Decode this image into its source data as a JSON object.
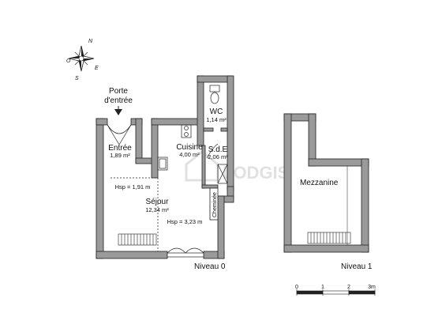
{
  "compass": {
    "n": "N",
    "e": "E",
    "s": "S",
    "o": "O",
    "icon": "compass-rose-icon"
  },
  "entrance": {
    "line1": "Porte",
    "line2": "d'entrée"
  },
  "rooms": {
    "entree": {
      "name": "Entrée",
      "area": "1,89 m²"
    },
    "wc": {
      "name": "WC",
      "area": "1,14 m²"
    },
    "cuisine": {
      "name": "Cuisine",
      "area": "4,00 m²"
    },
    "sde": {
      "name": "S.d.E",
      "area": "2,06 m²"
    },
    "sejour": {
      "name": "Séjour",
      "area": "12,34 m²"
    },
    "mezzanine": {
      "name": "Mezzanine"
    }
  },
  "heights": {
    "hsp1": "Hsp = 1,91 m",
    "hsp2": "Hsp = 3,23 m"
  },
  "chimney": "Cheminée",
  "levels": {
    "level0": "Niveau 0",
    "level1": "Niveau 1"
  },
  "watermark": "LODGIS",
  "scale": {
    "ticks": [
      "0",
      "1",
      "2",
      "3m"
    ]
  },
  "colors": {
    "wall": "#9a9a9a",
    "stroke": "#222222",
    "background": "#ffffff"
  }
}
